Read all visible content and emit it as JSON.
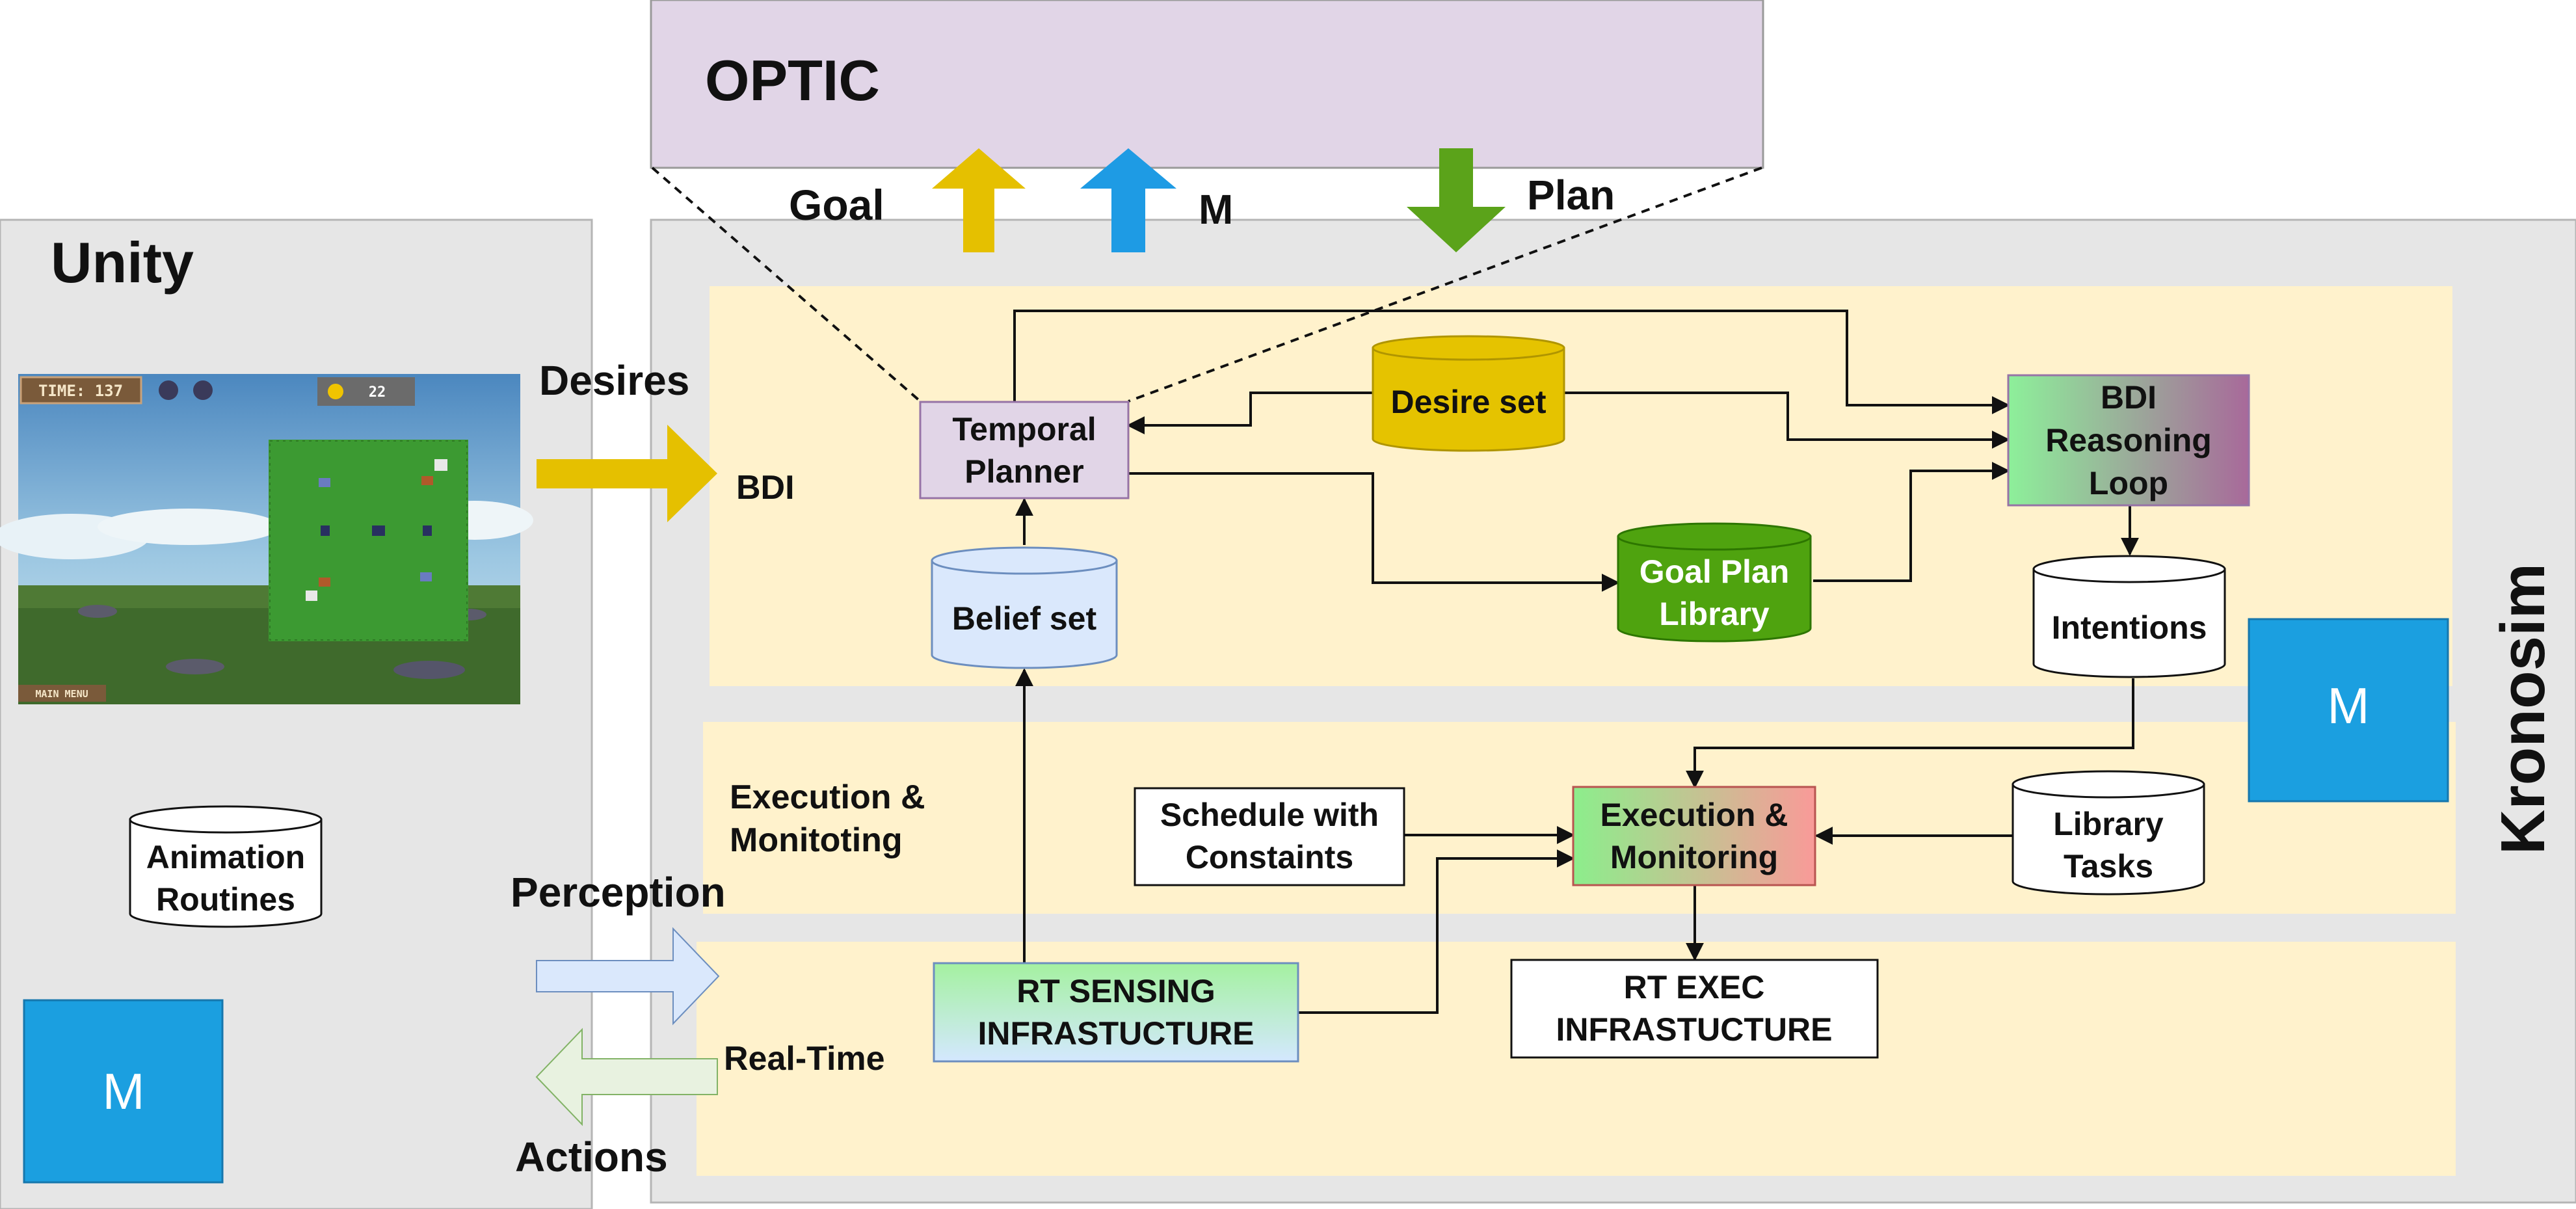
{
  "optic": {
    "title": "OPTIC"
  },
  "top_arrows": {
    "goal": "Goal",
    "m": "M",
    "plan": "Plan"
  },
  "unity": {
    "title": "Unity",
    "game": {
      "time_label": "TIME: 137",
      "coins": "22",
      "main_menu": "MAIN MENU"
    },
    "animation_routines": [
      "Animation",
      "Routines"
    ],
    "m_badge": "M"
  },
  "flows": {
    "desires": "Desires",
    "bdi": "BDI",
    "perception": "Perception",
    "actions": "Actions",
    "real_time": "Real-Time"
  },
  "kronosim": {
    "title": "Kronosim",
    "m_badge": "M",
    "bdi_row": {
      "temporal_planner": [
        "Temporal",
        "Planner"
      ],
      "desire_set": "Desire set",
      "belief_set": "Belief set",
      "goal_plan_library": [
        "Goal Plan",
        "Library"
      ],
      "bdi_reasoning_loop": [
        "BDI",
        "Reasoning",
        "Loop"
      ],
      "intentions": "Intentions"
    },
    "exec_row": {
      "title": [
        "Execution &",
        "Monitoting"
      ],
      "schedule": [
        "Schedule with",
        "Constaints"
      ],
      "exec_monitoring": [
        "Execution &",
        "Monitoring"
      ],
      "library_tasks": [
        "Library",
        "Tasks"
      ]
    },
    "rt_row": {
      "rt_sensing": [
        "RT SENSING",
        "INFRASTUCTURE"
      ],
      "rt_exec": [
        "RT EXEC",
        "INFRASTUCTURE"
      ]
    }
  },
  "colors": {
    "panel_gray": "#e6e6e6",
    "row_yellow": "#fff2cc",
    "optic_purple": "#e1d5e7",
    "desire_yellow": "#e5c300",
    "goal_green": "#4fa30f",
    "m_blue": "#1b9fe0",
    "arrow_gold": "#e5c000",
    "arrow_blue": "#1e9be4",
    "arrow_green": "#5ba31a",
    "perception_blue": "#dae8fc",
    "actions_green": "#e8f2e0"
  }
}
